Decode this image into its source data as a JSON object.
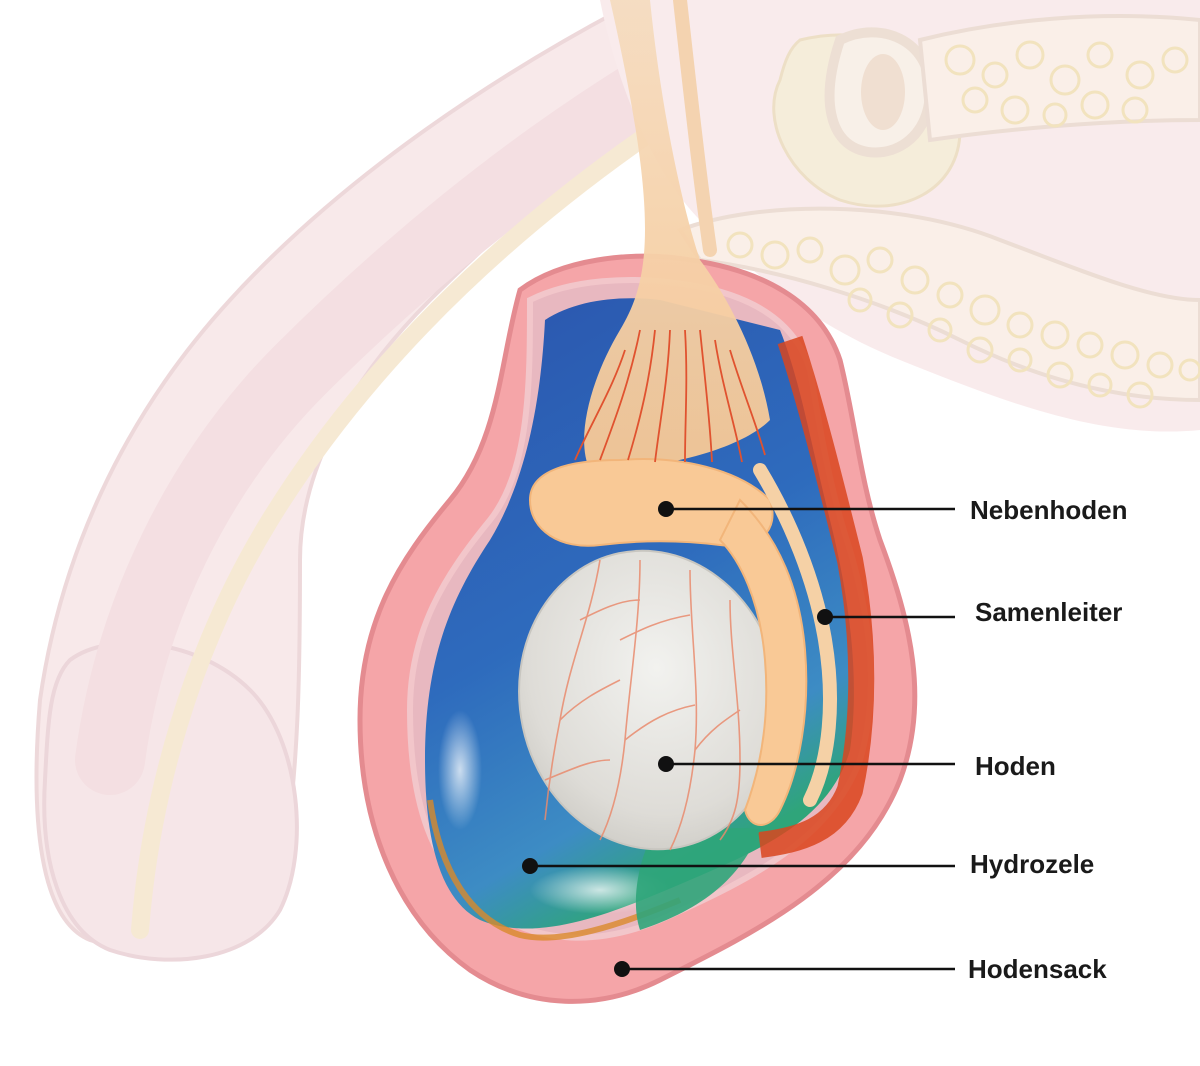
{
  "labels": {
    "nebenhoden": "Nebenhoden",
    "samenleiter": "Samenleiter",
    "hoden": "Hoden",
    "hydrozele": "Hydrozele",
    "hodensack": "Hodensack"
  },
  "colors": {
    "background": "#ffffff",
    "faded_anatomy": "#f7e4e6",
    "faded_outline": "#ead3d6",
    "faded_yellow": "#f6e7cf",
    "scrotum_skin": "#f4a6a8",
    "scrotum_outline": "#e58a8e",
    "fluid_blue": "#2f63b4",
    "fluid_green": "#2fa57a",
    "testis": "#dcdcd8",
    "epididymis": "#f8c894",
    "vessel_red": "#e2482e",
    "leader_line": "#111111"
  }
}
